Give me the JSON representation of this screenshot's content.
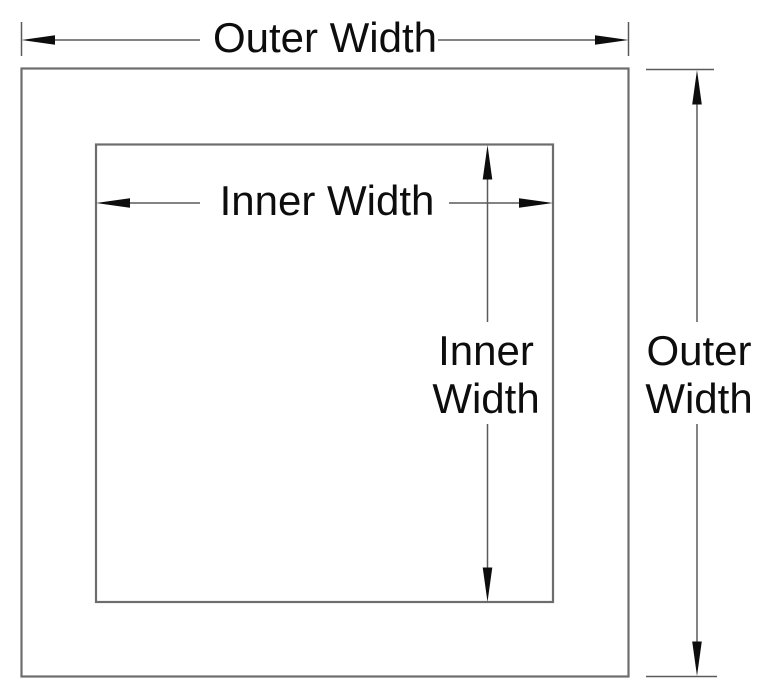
{
  "diagram": {
    "labels": {
      "outer_width_top": "Outer Width",
      "outer_width_right": {
        "line1": "Outer",
        "line2": "Width"
      },
      "inner_width_horizontal": "Inner Width",
      "inner_width_vertical": {
        "line1": "Inner",
        "line2": "Width"
      }
    },
    "colors": {
      "background": "#ffffff",
      "square_stroke": "#6d6d6d",
      "dimension_stroke": "#5a5a5a",
      "arrowhead_fill": "#0d0d0d",
      "text_color": "#0d0d0d"
    }
  }
}
